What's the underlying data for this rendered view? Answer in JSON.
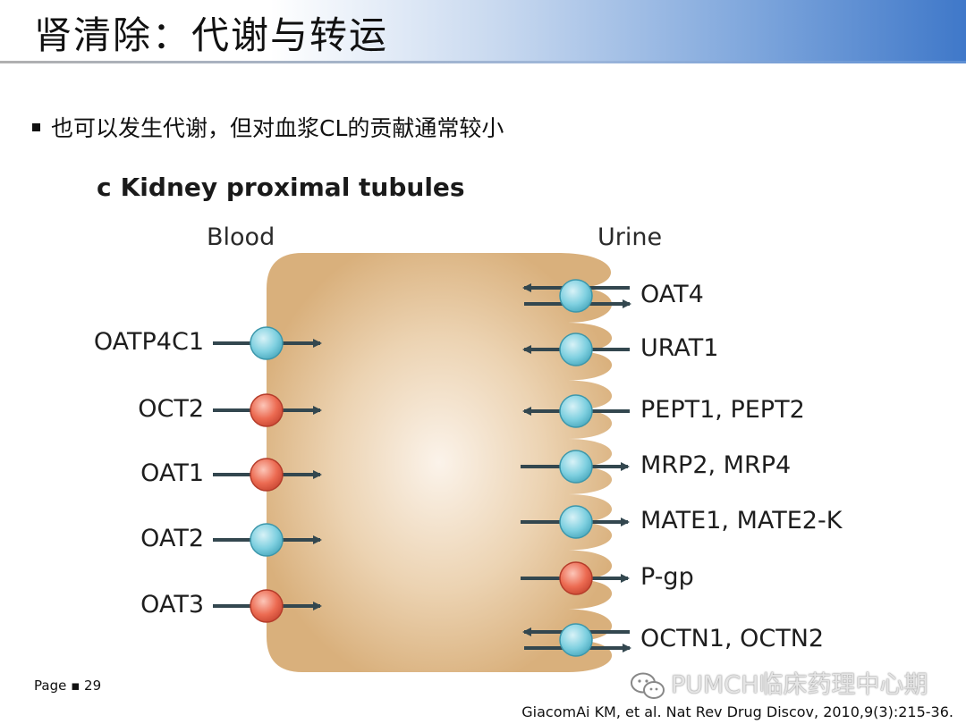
{
  "slide": {
    "title": "肾清除：代谢与转运",
    "bullet": "也可以发生代谢，但对血浆CL的贡献通常较小",
    "page_label": "Page",
    "page_number": "29",
    "citation": "GiacomAi KM, et al. Nat Rev Drug Discov, 2010,9(3):215-36.",
    "watermark": "PUMCH临床药理中心期"
  },
  "figure": {
    "panel_letter": "c",
    "panel_title": "Kidney proximal tubules",
    "left_region": "Blood",
    "right_region": "Urine",
    "colors": {
      "cell": "#d9b07c",
      "cell_highlight": "#fbf3ea",
      "blue_transporter": "#7fd0e0",
      "red_transporter": "#e8604a",
      "arrow": "#33474f"
    },
    "basolateral_transporters": [
      {
        "name": "OATP4C1",
        "color": "blue",
        "direction": "into-cell"
      },
      {
        "name": "OCT2",
        "color": "red",
        "direction": "into-cell"
      },
      {
        "name": "OAT1",
        "color": "red",
        "direction": "into-cell"
      },
      {
        "name": "OAT2",
        "color": "blue",
        "direction": "into-cell"
      },
      {
        "name": "OAT3",
        "color": "red",
        "direction": "into-cell"
      }
    ],
    "apical_transporters": [
      {
        "name": "OAT4",
        "color": "blue",
        "direction": "bidirectional"
      },
      {
        "name": "URAT1",
        "color": "blue",
        "direction": "into-cell"
      },
      {
        "name": "PEPT1, PEPT2",
        "color": "blue",
        "direction": "into-cell"
      },
      {
        "name": "MRP2, MRP4",
        "color": "blue",
        "direction": "out-of-cell"
      },
      {
        "name": "MATE1, MATE2-K",
        "color": "blue",
        "direction": "out-of-cell"
      },
      {
        "name": "P-gp",
        "color": "red",
        "direction": "out-of-cell"
      },
      {
        "name": "OCTN1, OCTN2",
        "color": "blue",
        "direction": "bidirectional"
      }
    ]
  }
}
